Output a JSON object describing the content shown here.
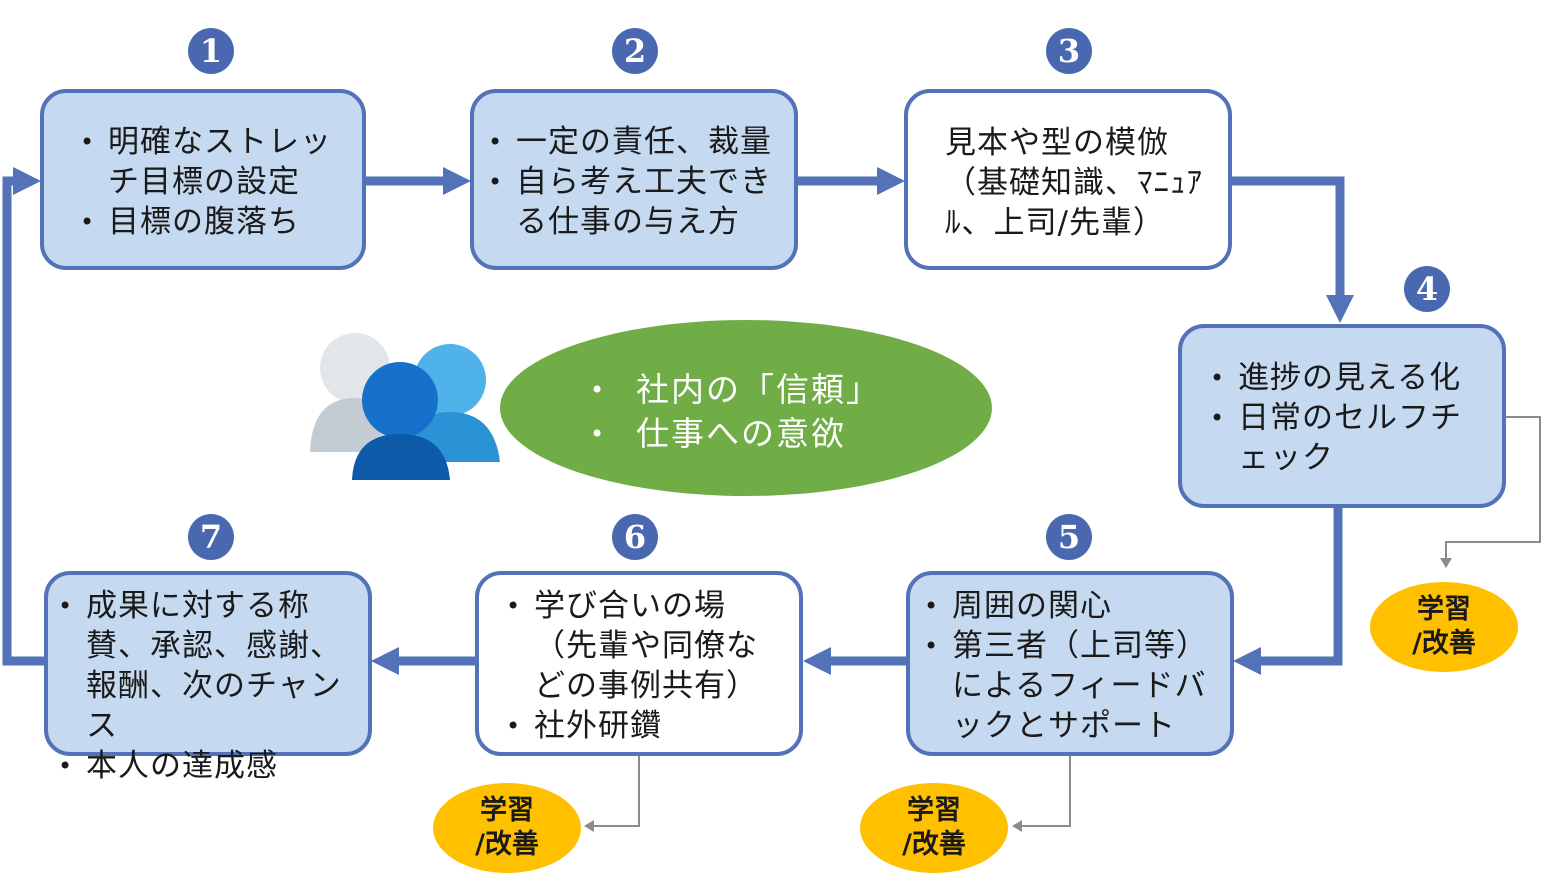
{
  "steps": [
    {
      "number": "1",
      "items": [
        "明確なストレッチ目標の設定",
        "目標の腹落ち"
      ]
    },
    {
      "number": "2",
      "items": [
        "一定の責任、裁量",
        "自ら考え工夫できる仕事の与え方"
      ]
    },
    {
      "number": "3",
      "text": "見本や型の模倣（基礎知識、ﾏﾆｭｱﾙ、上司/先輩）"
    },
    {
      "number": "4",
      "items": [
        "進捗の見える化",
        "日常のセルフチェック"
      ]
    },
    {
      "number": "5",
      "items": [
        "周囲の関心",
        "第三者（上司等）によるフィードバックとサポート"
      ]
    },
    {
      "number": "6",
      "items": [
        "学び合いの場（先輩や同僚などの事例共有）",
        "社外研鑽"
      ]
    },
    {
      "number": "7",
      "items": [
        "成果に対する称賛、承認、感謝、報酬、次のチャンス",
        "本人の達成感"
      ]
    }
  ],
  "center": {
    "items": [
      "社内の「信頼」",
      "仕事への意欲"
    ]
  },
  "learning_badge": {
    "line1": "学習",
    "line2": "/改善"
  },
  "colors": {
    "box_border": "#5472b8",
    "box_fill": "#c5daf0",
    "badge": "#4a68b0",
    "oval": "#70ad47",
    "learning": "#ffc000"
  }
}
